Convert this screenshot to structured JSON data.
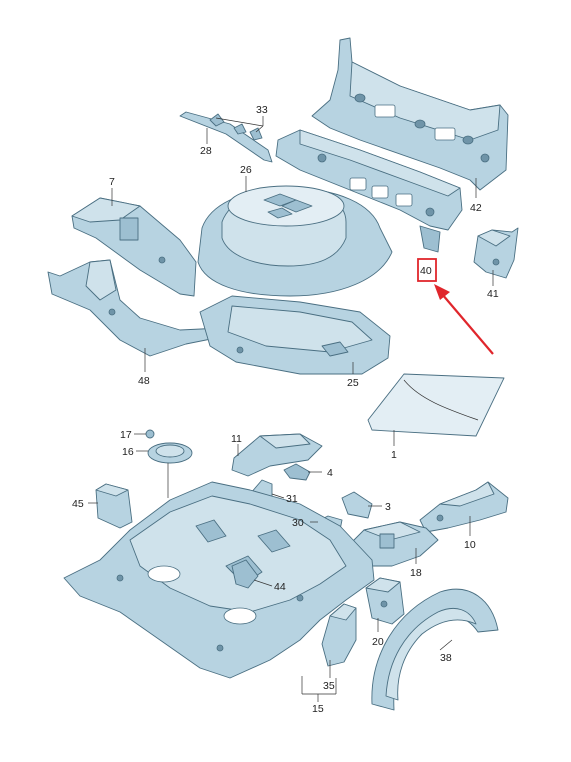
{
  "labels": {
    "l1": "1",
    "l3": "3",
    "l4": "4",
    "l7": "7",
    "l10": "10",
    "l11": "11",
    "l15": "15",
    "l16": "16",
    "l17": "17",
    "l18": "18",
    "l20": "20",
    "l25": "25",
    "l26": "26",
    "l28": "28",
    "l30": "30",
    "l31": "31",
    "l33": "33",
    "l35": "35",
    "l38": "38",
    "l40": "40",
    "l41": "41",
    "l42": "42",
    "l44": "44",
    "l45": "45",
    "l48": "48"
  },
  "highlight": {
    "part": "40",
    "color": "#e0262c"
  },
  "colors": {
    "part_fill": "#b7d3e1",
    "part_stroke": "#4a6f82"
  }
}
